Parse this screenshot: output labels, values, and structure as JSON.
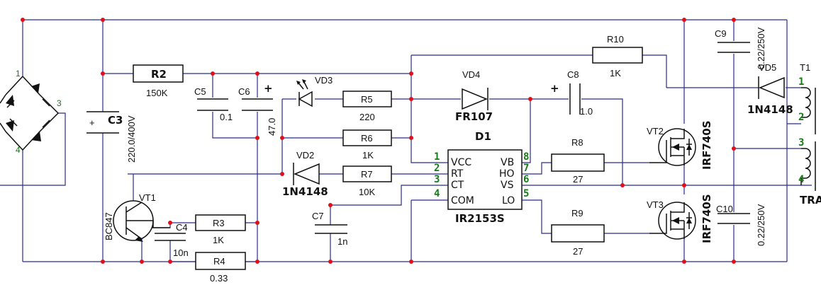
{
  "labels": {
    "r2": "R2",
    "r2v": "150K",
    "c3": "C3",
    "c3v": "220.0/400V",
    "c5": "C5",
    "c5v": "0.1",
    "c6": "C6",
    "c6v": "47.0",
    "vd3": "VD3",
    "r5": "R5",
    "r5v": "220",
    "r6": "R6",
    "r6v": "1K",
    "vd4": "VD4",
    "vd4v": "FR107",
    "c8": "C8",
    "c8v": "1.0",
    "r10": "R10",
    "r10v": "1K",
    "c9": "C9",
    "c9v": "0.22/250V",
    "vd5": "VD5",
    "vd5v": "1N4148",
    "t1": "T1",
    "tra": "TRA",
    "d1": "D1",
    "d1v": "IR2153S",
    "vd2": "VD2",
    "vd2v": "1N4148",
    "r7": "R7",
    "r7v": "10K",
    "c7": "C7",
    "c7v": "1n",
    "vt1": "VT1",
    "vt1v": "BC847",
    "c4": "C4",
    "c4v": "10n",
    "r3": "R3",
    "r3v": "1K",
    "r4": "R4",
    "r4v": "0.33",
    "r8": "R8",
    "r8v": "27",
    "r9": "R9",
    "r9v": "27",
    "vt2": "VT2",
    "vt2v": "IRF740S",
    "vt3": "VT3",
    "vt3v": "IRF740S",
    "c10": "C10",
    "c10v": "0.22/250V",
    "plus": "+"
  },
  "bridge_pins": {
    "p1": "1",
    "p3": "3",
    "p4": "4"
  },
  "ic_pins": [
    {
      "num": "1",
      "name": "VCC"
    },
    {
      "num": "2",
      "name": "RT"
    },
    {
      "num": "3",
      "name": "CT"
    },
    {
      "num": "4",
      "name": "COM"
    },
    {
      "num": "8",
      "name": "VB"
    },
    {
      "num": "7",
      "name": "HO"
    },
    {
      "num": "6",
      "name": "VS"
    },
    {
      "num": "5",
      "name": "LO"
    }
  ],
  "transformer_pins": [
    "1",
    "2",
    "3",
    "4"
  ],
  "colors": {
    "wire": "#2b2b8c",
    "junction": "#e0101a",
    "pin_number": "#1a7a1a",
    "component": "#111111"
  }
}
